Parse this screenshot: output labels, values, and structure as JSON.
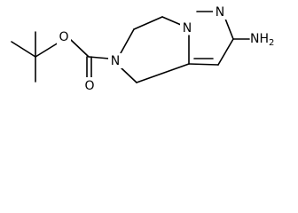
{
  "molecule": {
    "atoms": {
      "n_ring1": "N",
      "n_ring2": "N",
      "n_carbamate": "N",
      "o_ester": "O",
      "o_carbonyl": "O",
      "amine": "NH",
      "amine_sub": "2"
    }
  }
}
